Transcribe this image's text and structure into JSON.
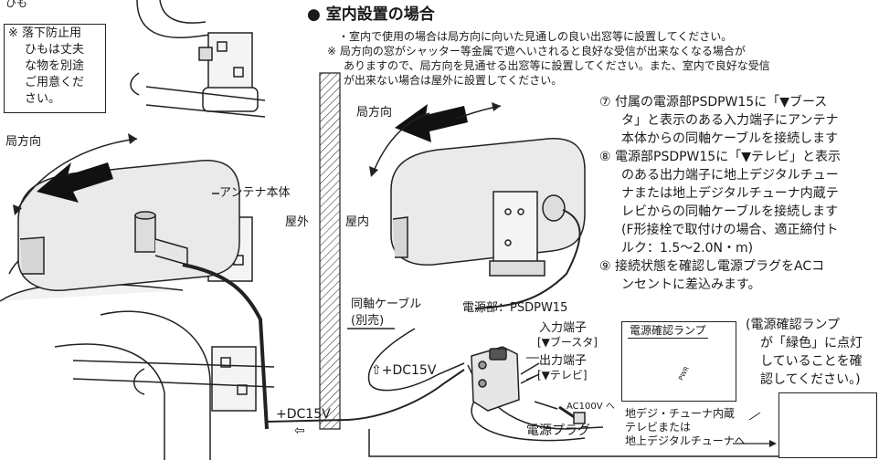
{
  "top_left_fragment": "ひも",
  "strap_note": [
    "※ 落下防止用",
    "ひもは丈夫",
    "な物を別途",
    "ご用意くだ",
    "さい。"
  ],
  "left_direction_label": "局方向",
  "antenna_body_label": "アンテナ本体",
  "section_heading": "● 室内設置の場合",
  "intro_lines": [
    "・室内で使用の場合は局方向に向いた見通しの良い出窓等に設置してください。",
    "※ 局方向の窓がシャッター等金属で遮へいされると良好な受信が出来なくなる場合が",
    "ありますので、局方向を見通せる出窓等に設置してください。また、室内で良好な受信",
    "が出来ない場合は屋外に設置してください。"
  ],
  "right_direction_label": "局方向",
  "outdoor_label": "屋外",
  "indoor_label": "屋内",
  "coax_label": [
    "同軸ケーブル",
    "(別売)"
  ],
  "power_unit_label": "電源部：PSDPW15",
  "input_terminal_label": [
    "入力端子",
    "[▼ブースタ]"
  ],
  "output_terminal_label": [
    "出力端子",
    "[▼テレビ]"
  ],
  "dc_upper_label": "⇧+DC15V",
  "dc_lower_label": "+DC15V",
  "dc_lower_arrow": "⇦",
  "ac_label": "AC100V へ",
  "power_plug_label": "電源プラグ",
  "tuner_tv_label": [
    "地デジ・チューナ内蔵",
    "テレビまたは",
    "地上デジタルチューナへ"
  ],
  "steps": [
    "⑦ 付属の電源部PSDPW15に「▼ブース",
    "タ」と表示のある入力端子にアンテナ",
    "本体からの同軸ケーブルを接続します",
    "⑧ 電源部PSDPW15に「▼テレビ」と表示",
    "のある出力端子に地上デジタルチュー",
    "ナまたは地上デジタルチューナ内蔵テ",
    "レビからの同軸ケーブルを接続します",
    "(F形接栓で取付けの場合、適正締付ト",
    "ルク：1.5〜2.0N・m)",
    "⑨ 接続状態を確認し電源プラグをACコ",
    "ンセントに差込みます。"
  ],
  "lamp_box_title": "電源確認ランプ",
  "lamp_indicator": "PWR",
  "lamp_note": [
    "(電源確認ランプ",
    "が「緑色」に点灯",
    "していることを確",
    "認してください。)"
  ]
}
